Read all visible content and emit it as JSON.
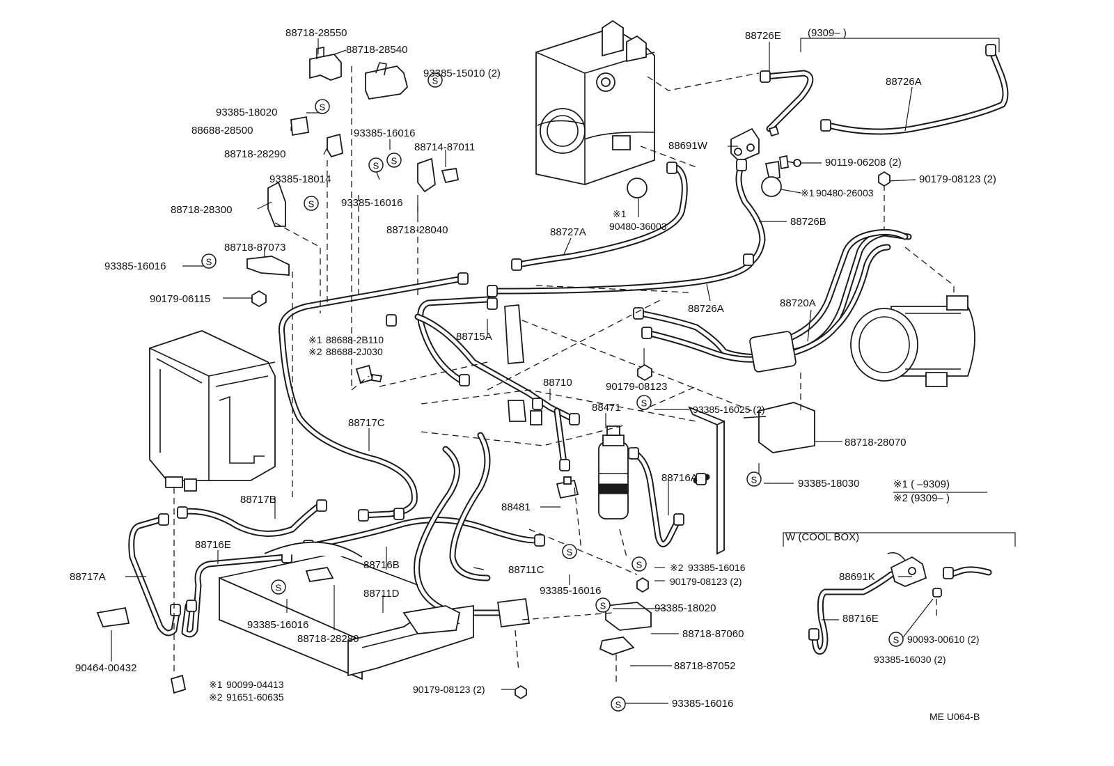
{
  "labels": {
    "p88718_28550": "88718-28550",
    "p88718_28540": "88718-28540",
    "p93385_15010": "93385-15010 (2)",
    "p93385_18020a": "93385-18020",
    "p88688_28500": "88688-28500",
    "p88718_28290": "88718-28290",
    "p93385_16016a": "93385-16016",
    "p88714_87011": "88714-87011",
    "p93385_18014": "93385-18014",
    "p93385_16016b": "93385-16016",
    "p88718_28300": "88718-28300",
    "p88718_28040": "88718-28040",
    "p88718_87073": "88718-87073",
    "p93385_16016c": "93385-16016",
    "p90179_06115": "90179-06115",
    "p88726E": "88726E",
    "p9309_bracket": "(9309–       )",
    "p88726A_top": "88726A",
    "p88691W": "88691W",
    "p90119_06208": "90119-06208 (2)",
    "p90179_08123a": "90179-08123 (2)",
    "p90480_26003": "90480-26003",
    "p90480_36003": "90480-36003",
    "p88727A": "88727A",
    "p88726B": "88726B",
    "p88726A": "88726A",
    "p88720A": "88720A",
    "p88715A": "88715A",
    "p88688_2B110": "88688-2B110",
    "p88688_2J030": "88688-2J030",
    "p90179_08123b": "90179-08123",
    "p88710": "88710",
    "p88471": "88471",
    "p93385_16025": "93385-16025 (2)",
    "p88718_28070": "88718-28070",
    "p93385_18030": "93385-18030",
    "p88717C": "88717C",
    "p88716A": "88716A",
    "p88481": "88481",
    "p88717B": "88717B",
    "p88716E": "88716E",
    "p88716B": "88716B",
    "p88711C": "88711C",
    "p88717A": "88717A",
    "p93385_16016d": "93385-16016",
    "p93385_16016e": "93385-16016",
    "p90179_08123c": "90179-08123 (2)",
    "p88711D": "88711D",
    "p93385_16016f": "93385-16016",
    "p88718_28280": "88718-28280",
    "p93385_18020b": "93385-18020",
    "p88718_87060": "88718-87060",
    "p88718_87052": "88718-87052",
    "p93385_16016g": "93385-16016",
    "p90464_00432": "90464-00432",
    "p90179_08123d": "90179-08123 (2)",
    "p90099_04413": "90099-04413",
    "p91651_60635": "91651-60635",
    "note_1": "※1 (       –9309)",
    "note_2": "※2 (9309–        )",
    "w_cool_box": "W (COOL BOX)",
    "p88691K": "88691K",
    "p88716E_w": "88716E",
    "p90093_00610": "90093-00610 (2)",
    "p93385_16030": "93385-16030 (2)",
    "diagram_code": "ME  U064-B",
    "mark_1": "※1",
    "mark_2": "※2",
    "s_mark": "S"
  }
}
